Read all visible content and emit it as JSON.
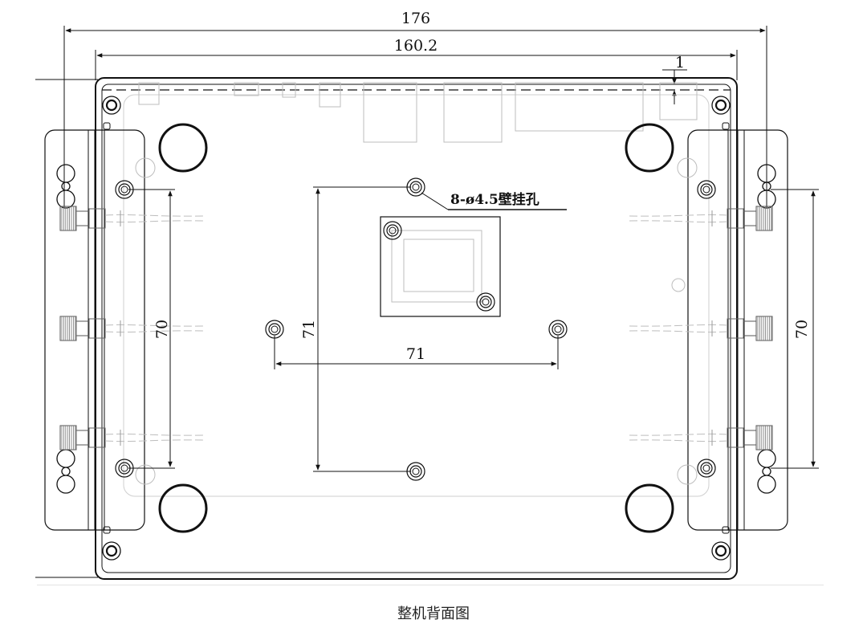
{
  "colors": {
    "line": "#111111",
    "faint": "#bdbdbd",
    "mid": "#8a8a8a",
    "background": "#ffffff"
  },
  "dimensions": {
    "overall_width": "176",
    "body_width": "160.2",
    "lid_offset": "1",
    "left_bracket_spacing": "70",
    "right_bracket_spacing": "70",
    "vesa_vertical": "71",
    "vesa_horizontal": "71"
  },
  "callout": {
    "mounting_holes": "8-ø4.5壁挂孔"
  },
  "caption": "整机背面图"
}
